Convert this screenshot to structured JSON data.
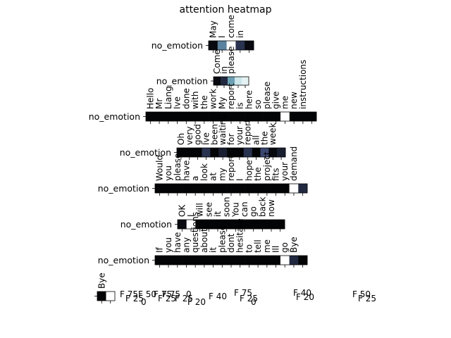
{
  "chart_data": {
    "type": "heatmap",
    "title": "attention heatmap",
    "colormap": "bone",
    "rows": [
      {
        "label": "no_emotion",
        "tokens": [
          "May",
          "I",
          "come",
          "in"
        ],
        "values": [
          0.05,
          0.55,
          1.0,
          0.25,
          0.05
        ]
      },
      {
        "label": "no_emotion",
        "tokens": [
          "Come",
          "in",
          "please"
        ],
        "values": [
          0.05,
          0.2,
          0.65,
          0.9,
          0.95
        ]
      },
      {
        "label": "no_emotion",
        "tokens": [
          "Hello",
          "Mr",
          "Liang",
          "Ive",
          "done",
          "with",
          "the",
          "work",
          "My",
          "report",
          "is",
          "here",
          "so",
          "please",
          "give",
          "me",
          "new",
          "instructions"
        ],
        "values": [
          0.02,
          0.02,
          0.02,
          0.02,
          0.02,
          0.02,
          0.02,
          0.02,
          0.02,
          0.02,
          0.02,
          0.02,
          0.02,
          0.02,
          0.02,
          1.0,
          0.02,
          0.02,
          0.02
        ]
      },
      {
        "label": "no_emotion",
        "tokens": [
          "Oh",
          "very",
          "good",
          "Ive",
          "been",
          "waiting",
          "for",
          "your",
          "report",
          "all",
          "the",
          "week"
        ],
        "values": [
          0.02,
          0.02,
          0.02,
          0.25,
          0.02,
          0.15,
          0.02,
          0.02,
          0.25,
          0.02,
          0.35,
          0.05,
          0.15
        ]
      },
      {
        "label": "no_emotion",
        "tokens": [
          "Would",
          "you",
          "please",
          "have",
          "a",
          "look",
          "at",
          "my",
          "report",
          "I",
          "hope",
          "the",
          "project",
          "fits",
          "your",
          "demand"
        ],
        "values": [
          0.02,
          0.02,
          0.02,
          0.02,
          0.02,
          0.02,
          0.02,
          0.02,
          0.02,
          0.02,
          0.02,
          0.02,
          0.02,
          0.02,
          0.02,
          1.0,
          0.2
        ]
      },
      {
        "label": "no_emotion",
        "tokens": [
          "OK",
          "I",
          "will",
          "see",
          "it",
          "soon",
          "You",
          "can",
          "go",
          "back",
          "now"
        ],
        "values": [
          0.05,
          1.0,
          0.02,
          0.02,
          0.02,
          0.02,
          0.02,
          0.02,
          0.02,
          0.02,
          0.02,
          0.02
        ]
      },
      {
        "label": "no_emotion",
        "tokens": [
          "If",
          "you",
          "have",
          "any",
          "questions",
          "about",
          "it",
          "please",
          "dont",
          "hesitate",
          "to",
          "tell",
          "me",
          "Ill",
          "go",
          "Bye"
        ],
        "values": [
          0.02,
          0.02,
          0.02,
          0.02,
          0.02,
          0.02,
          0.02,
          0.02,
          0.02,
          0.02,
          0.02,
          0.02,
          0.02,
          0.02,
          1.0,
          0.2,
          0.02
        ]
      },
      {
        "label": "",
        "tokens": [
          "Bye"
        ],
        "values": [
          0.02,
          1.0
        ]
      }
    ],
    "bottom_labels": [
      "F 75",
      "F 25",
      "F 50",
      "0",
      "F 75",
      "F 25",
      "F 75",
      "F 25",
      "0",
      "F 20",
      "F 40",
      "F 75",
      "F 25",
      "0",
      "F 40",
      "F 20",
      "F 50",
      "F 25"
    ]
  }
}
